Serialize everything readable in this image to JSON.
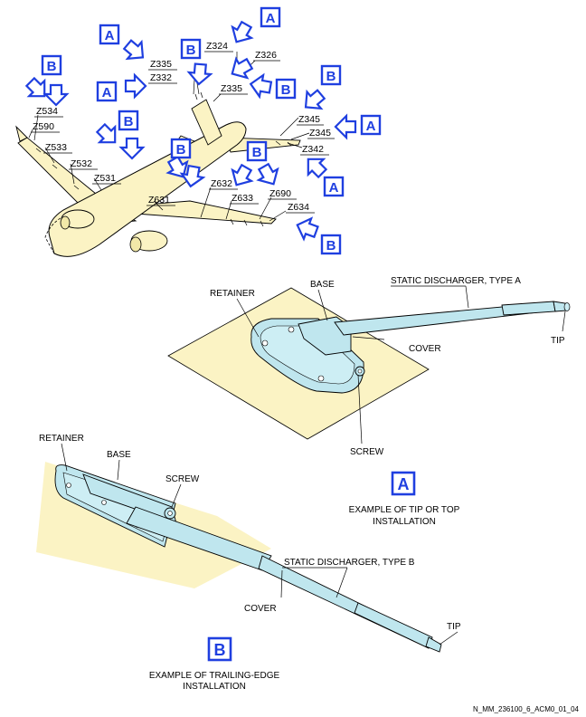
{
  "colors": {
    "aircraft": "#fbf3c4",
    "panel": "#fbf3c4",
    "part": "#bfe6ee",
    "arrow": "#1f3fe0",
    "box": "#1f3fe0",
    "ink": "#000000"
  },
  "zones": {
    "z324": "Z324",
    "z326": "Z326",
    "z335a": "Z335",
    "z332": "Z332",
    "z335b": "Z335",
    "z345a": "Z345",
    "z345b": "Z345",
    "z342": "Z342",
    "z534": "Z534",
    "z590": "Z590",
    "z533": "Z533",
    "z532": "Z532",
    "z531": "Z531",
    "z631": "Z631",
    "z632": "Z632",
    "z633": "Z633",
    "z690": "Z690",
    "z634": "Z634"
  },
  "view_letters": {
    "a": "A",
    "b": "B"
  },
  "detail_a": {
    "retainer": "RETAINER",
    "base": "BASE",
    "discharger": "STATIC DISCHARGER, TYPE A",
    "cover": "COVER",
    "tip": "TIP",
    "screw": "SCREW",
    "caption_line1": "EXAMPLE OF TIP OR TOP",
    "caption_line2": "INSTALLATION"
  },
  "detail_b": {
    "retainer": "RETAINER",
    "base": "BASE",
    "screw": "SCREW",
    "discharger": "STATIC DISCHARGER, TYPE B",
    "cover": "COVER",
    "tip": "TIP",
    "caption_line1": "EXAMPLE OF TRAILING-EDGE",
    "caption_line2": "INSTALLATION"
  },
  "figure_id": "N_MM_236100_6_ACM0_01_04"
}
